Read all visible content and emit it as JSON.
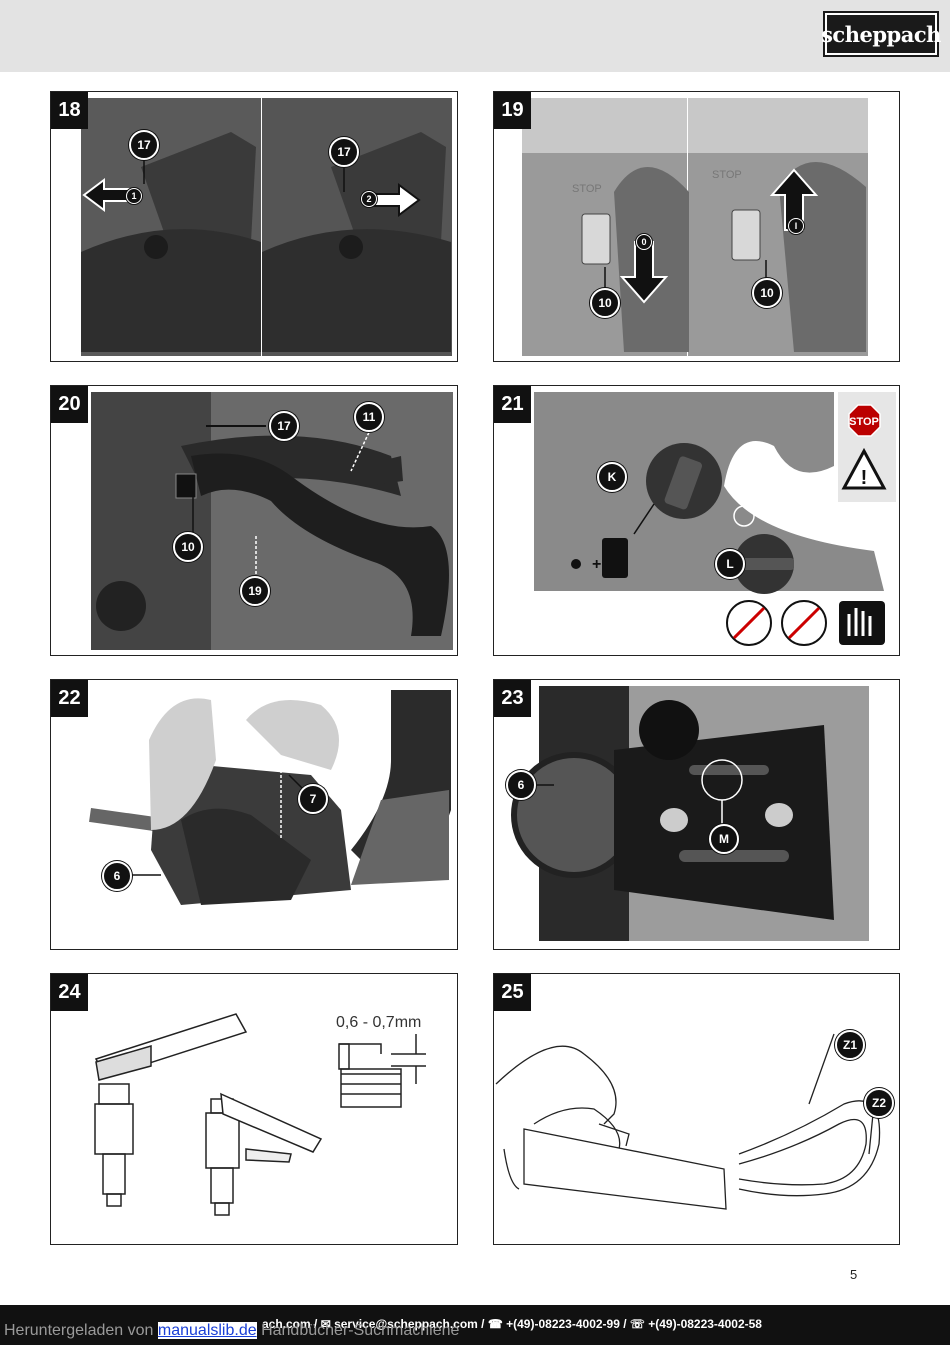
{
  "header": {
    "brand": "scheppach"
  },
  "figures": [
    {
      "number": "18",
      "callouts": [
        "17",
        "1",
        "17",
        "2"
      ]
    },
    {
      "number": "19",
      "callouts": [
        "0",
        "10",
        "I",
        "10"
      ],
      "switch_label": "STOP"
    },
    {
      "number": "20",
      "callouts": [
        "17",
        "11",
        "10",
        "19"
      ]
    },
    {
      "number": "21",
      "callouts": [
        "K",
        "L"
      ],
      "sign": "STOP"
    },
    {
      "number": "22",
      "callouts": [
        "7",
        "6"
      ]
    },
    {
      "number": "23",
      "callouts": [
        "6",
        "M"
      ]
    },
    {
      "number": "24",
      "gap_label": "0,6 - 0,7mm"
    },
    {
      "number": "25",
      "callouts": [
        "Z1",
        "Z2"
      ]
    }
  ],
  "page_number": "5",
  "footer": {
    "contact": "ach.com / ✉ service@scheppach.com / ☎ +(49)-08223-4002-99 / ☏ +(49)-08223-4002-58",
    "download_prefix": "Heruntergeladen von",
    "download_link": "manualslib.de",
    "download_suffix": "Handbücher-Suchmachiene"
  }
}
